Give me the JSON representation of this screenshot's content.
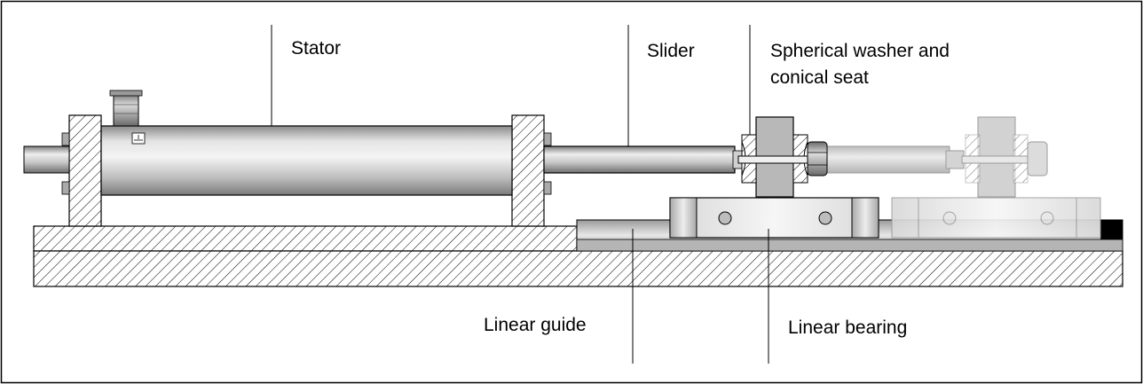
{
  "labels": {
    "stator": "Stator",
    "slider": "Slider",
    "washer_line1": "Spherical washer and",
    "washer_line2": "conical seat",
    "linear_guide": "Linear guide",
    "linear_bearing": "Linear bearing"
  },
  "colors": {
    "outline": "#000000",
    "hatch": "#000000",
    "metal_dark": "#8c8c8c",
    "metal_light": "#f2f2f2",
    "ghost_metal": "#c8c8c8"
  }
}
